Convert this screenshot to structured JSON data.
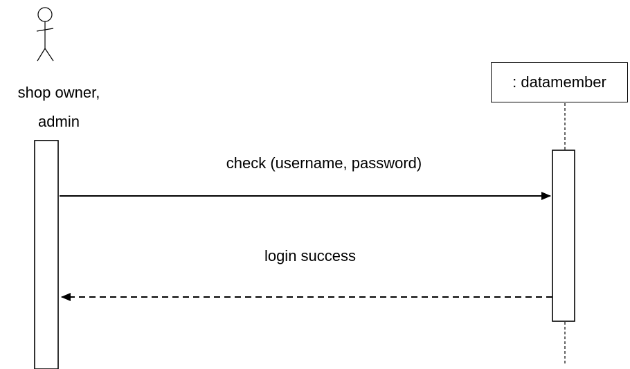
{
  "actor": {
    "label_line1": "shop owner,",
    "label_line2": "admin",
    "icon": "stick-figure-icon"
  },
  "object": {
    "label": ": datamember"
  },
  "messages": [
    {
      "label": "check (username, password)",
      "kind": "synchronous-call"
    },
    {
      "label": "login success",
      "kind": "return"
    }
  ],
  "colors": {
    "line": "#000000",
    "background": "#ffffff"
  }
}
